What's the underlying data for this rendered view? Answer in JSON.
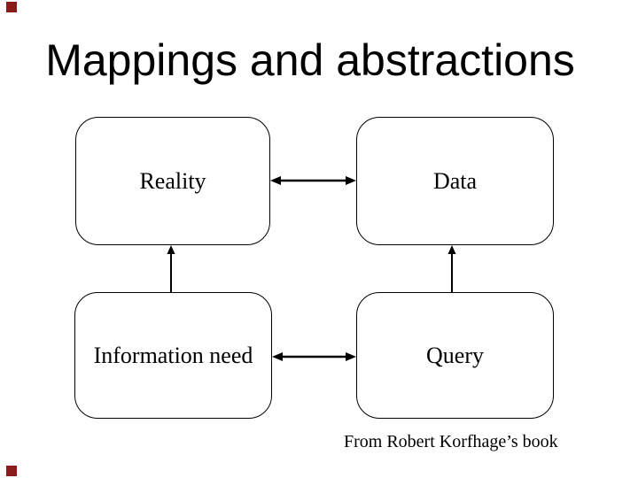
{
  "slide": {
    "title": "Mappings and abstractions",
    "citation": "From Robert Korfhage’s book",
    "marker_color": "#8B1A1A",
    "boxes": {
      "reality": "Reality",
      "data": "Data",
      "information_need": "Information need",
      "query": "Query"
    },
    "connections": [
      {
        "from": "reality",
        "to": "data",
        "bidirectional": true
      },
      {
        "from": "information_need",
        "to": "reality",
        "bidirectional": false
      },
      {
        "from": "query",
        "to": "data",
        "bidirectional": false
      },
      {
        "from": "information_need",
        "to": "query",
        "bidirectional": true
      }
    ]
  }
}
